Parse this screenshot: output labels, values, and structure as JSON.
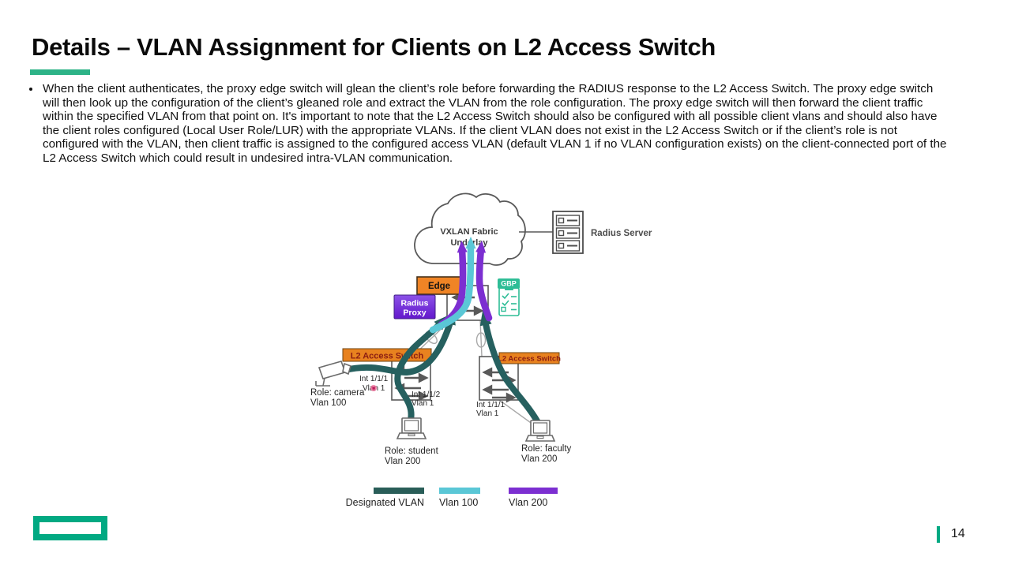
{
  "slide": {
    "title": "Details – VLAN Assignment for Clients on L2 Access Switch",
    "bullet_text": "When the client authenticates, the proxy edge switch will glean the client’s role before forwarding the RADIUS response to the L2 Access Switch. The proxy edge switch will then look up the configuration of the client’s gleaned role and extract the VLAN from the role configuration. The proxy edge switch will then forward the client traffic within the specified VLAN from that point on. It's important to note that the L2 Access Switch should also be configured with all possible client vlans and should also have the client roles configured (Local User Role/LUR) with the appropriate VLANs. If the client VLAN does not exist in the L2 Access Switch or if the client’s role is not configured with the VLAN, then client traffic is assigned to the configured access VLAN (default VLAN 1 if no VLAN configuration exists) on the client-connected port of the L2 Access Switch which could result in undesired intra-VLAN communication.",
    "page_number": "14"
  },
  "diagram": {
    "cloud": {
      "line1": "VXLAN Fabric",
      "line2": "Underlay"
    },
    "radius_server": {
      "label": "Radius Server"
    },
    "edge": {
      "label": "Edge"
    },
    "radius_proxy": {
      "line1": "Radius",
      "line2": "Proxy"
    },
    "gbp": {
      "label": "GBP"
    },
    "left_switch": {
      "label": "L2 Access Switch",
      "port1_line1": "Int 1/1/1",
      "port1_line2": "Vlan 1",
      "port2_line1": "Int 1/1/2",
      "port2_line2": "Vlan 1"
    },
    "right_switch": {
      "label": "L2 Access Switch",
      "port_line1": "Int 1/1/1",
      "port_line2": "Vlan 1"
    },
    "camera": {
      "line1": "Role: camera",
      "line2": "Vlan 100"
    },
    "student": {
      "line1": "Role: student",
      "line2": "Vlan 200"
    },
    "faculty": {
      "line1": "Role: faculty",
      "line2": "Vlan 200"
    }
  },
  "legend": {
    "items": [
      {
        "label": "Designated VLAN",
        "color": "#295d58"
      },
      {
        "label": "Vlan 100",
        "color": "#5ac7d6"
      },
      {
        "label": "Vlan 200",
        "color": "#7c2fd1"
      }
    ]
  },
  "colors": {
    "accent_green": "#2db387",
    "hpe_green": "#01a982",
    "orange": "#ef8122",
    "purple": "#7b2fd1",
    "cyan": "#5ac7d6",
    "teal_dark": "#26605f"
  }
}
